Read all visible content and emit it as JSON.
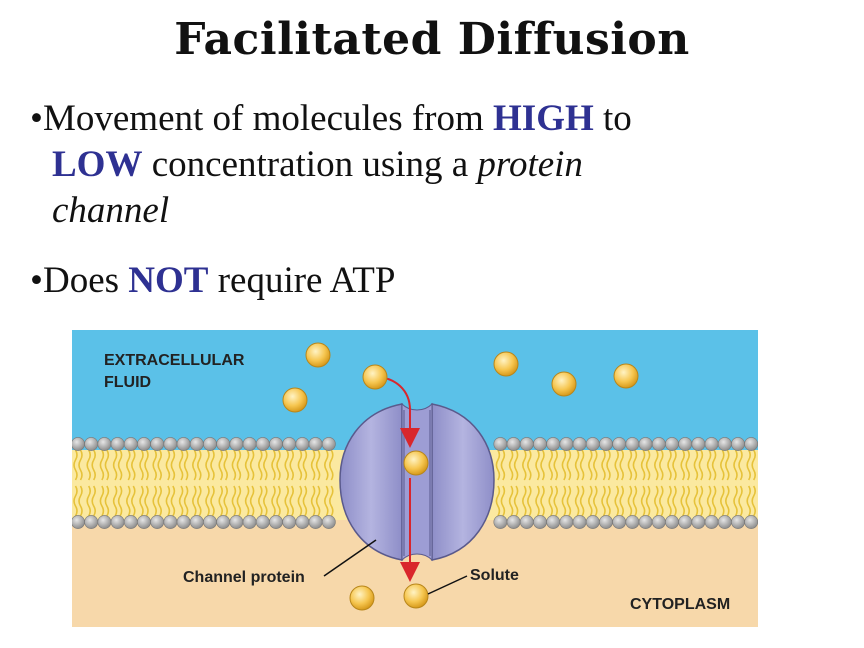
{
  "title": "Facilitated Diffusion",
  "bullets": {
    "b1": {
      "prefix": "Movement of molecules from ",
      "high": "HIGH",
      "to": " to",
      "low": "LOW",
      "mid": " concentration using a ",
      "protein": "protein",
      "channel": "channel"
    },
    "b2": {
      "prefix": "Does ",
      "not": "NOT",
      "suffix": " require ATP"
    }
  },
  "diagram": {
    "labels": {
      "extracellular_1": "EXTRACELLULAR",
      "extracellular_2": "FLUID",
      "cytoplasm": "CYTOPLASM",
      "channel_protein": "Channel protein",
      "solute": "Solute"
    },
    "colors": {
      "extracellular": "#5bc1e8",
      "cytoplasm": "#f7d8aa",
      "protein": "#a6a6d8",
      "solute": "#f5c54a",
      "arrow": "#d9262c",
      "heads": "#a9a9a9",
      "tails": "#e6c23a"
    }
  }
}
